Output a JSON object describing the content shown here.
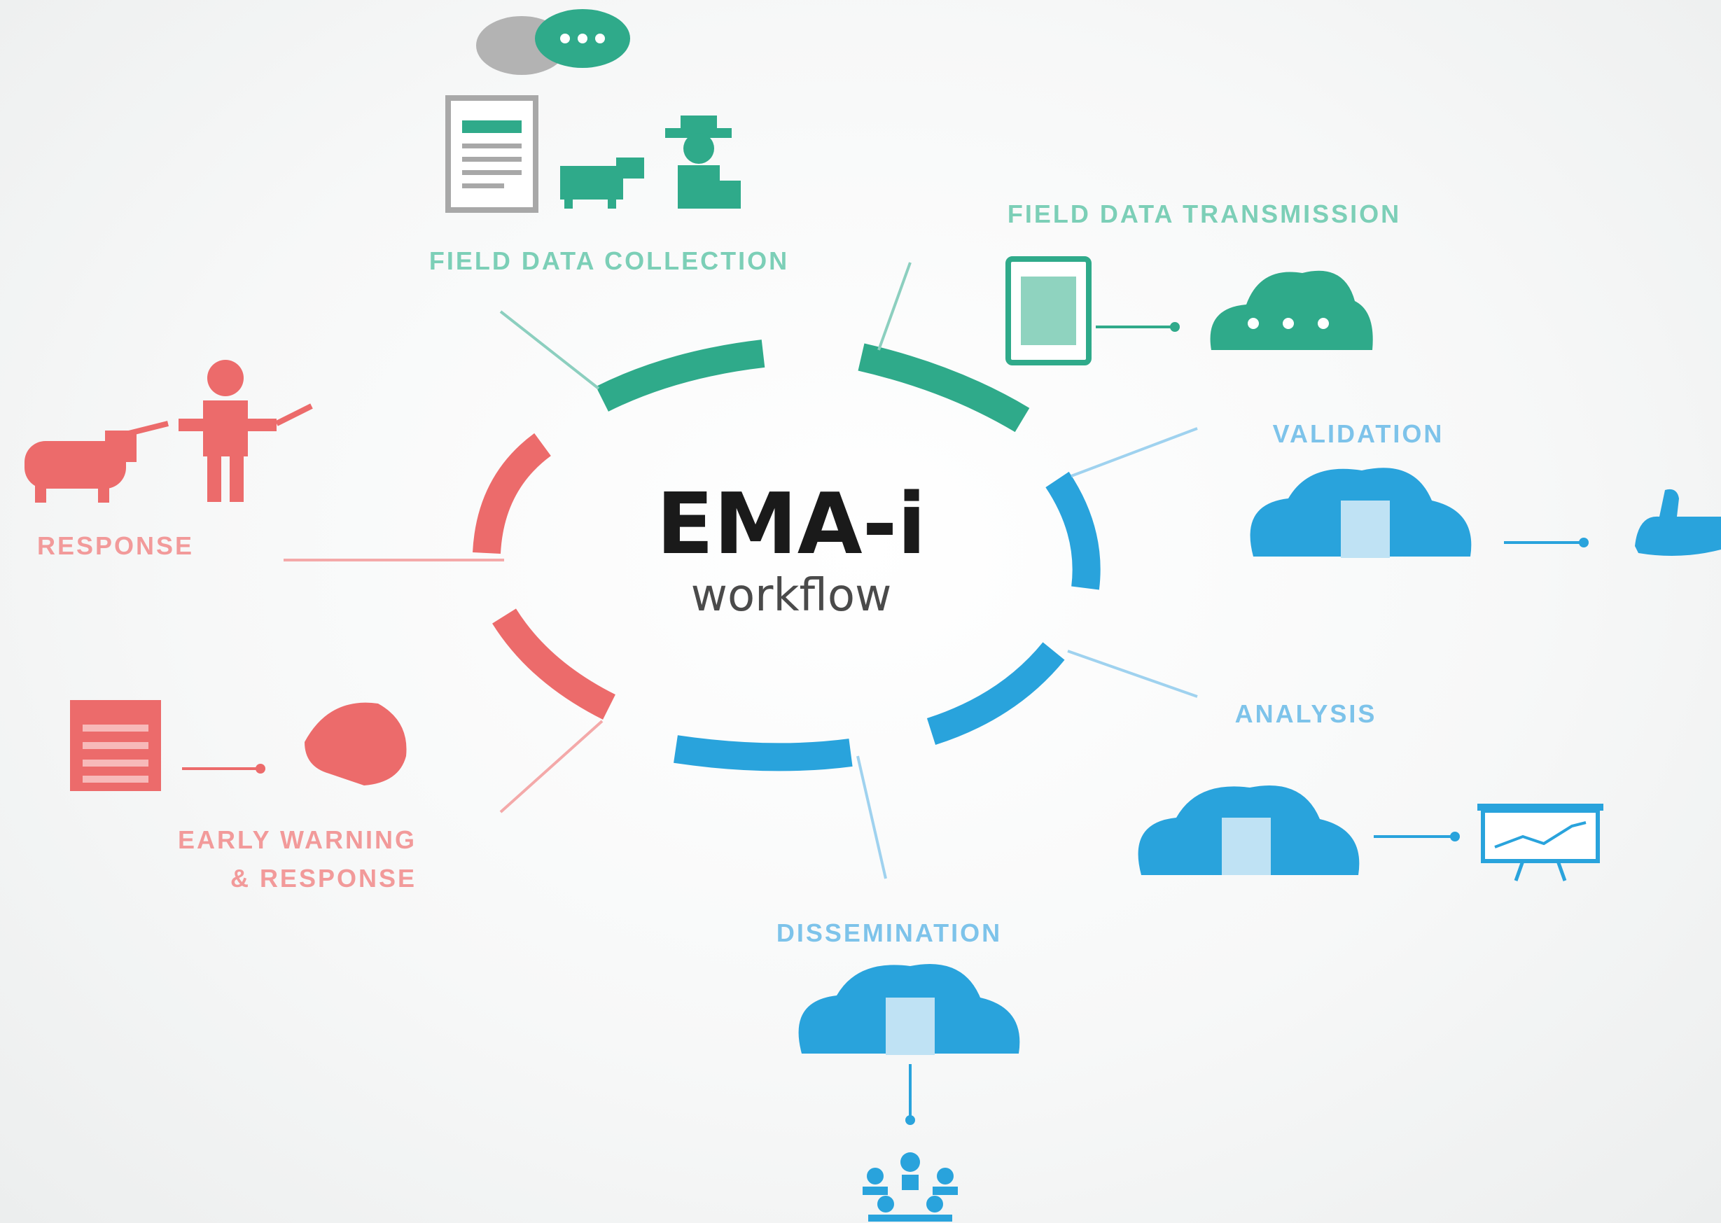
{
  "title": {
    "main": "EMA-i",
    "sub": "workflow"
  },
  "stages": {
    "field_data_collection": "FIELD DATA COLLECTION",
    "field_data_transmission": "FIELD DATA TRANSMISSION",
    "validation": "VALIDATION",
    "analysis": "ANALYSIS",
    "dissemination": "DISSEMINATION",
    "early_warning_line1": "EARLY WARNING",
    "early_warning_line2": "& RESPONSE",
    "response": "RESPONSE"
  },
  "colors": {
    "green": "#2faa8a",
    "blue": "#29a3dc",
    "red": "#ec6b6b",
    "grey": "#a8a8a8",
    "title": "#1a1a1a",
    "subtitle": "#4a4a4a"
  },
  "icons": [
    "speech-bubbles-icon",
    "form-document-icon",
    "livestock-animal-icon",
    "farmer-person-icon",
    "tablet-device-icon",
    "cloud-transmit-icon",
    "cloud-validation-icon",
    "validation-hand-icon",
    "cloud-analysis-icon",
    "presentation-chart-icon",
    "cloud-dissemination-icon",
    "people-network-icon",
    "alert-bulletin-icon",
    "world-globe-icon",
    "pig-animal-icon",
    "vet-person-icon"
  ]
}
